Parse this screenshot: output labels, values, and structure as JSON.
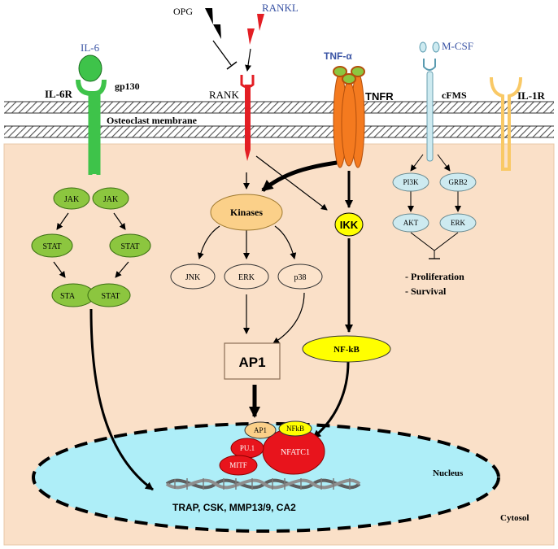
{
  "ligands": {
    "opg": "OPG",
    "rankl": "RANKL",
    "il6": "IL-6",
    "tnfa": "TNF-α",
    "mcsf": "M-CSF"
  },
  "receptors": {
    "il6r": "IL-6R",
    "gp130": "gp130",
    "rank": "RANK",
    "tnfr": "TNFR",
    "cfms": "cFMS",
    "il1r": "IL-1R"
  },
  "membrane_label": "Osteoclast membrane",
  "il6_pathway": {
    "jak_left": "JAK",
    "jak_right": "JAK",
    "stat_left": "STAT",
    "stat_right": "STAT",
    "stat_dimer_left": "STA",
    "stat_dimer_right": "STAT"
  },
  "rank_pathway": {
    "kinases": "Kinases",
    "jnk": "JNK",
    "erk": "ERK",
    "p38": "p38",
    "ap1_box": "AP1"
  },
  "tnf_pathway": {
    "ikk": "IKK",
    "nfkb": "NF-kB"
  },
  "mcsf_pathway": {
    "pi3k": "PI3K",
    "grb2": "GRB2",
    "akt": "AKT",
    "erk": "ERK",
    "outcome_1": "- Proliferation",
    "outcome_2": "- Survival"
  },
  "nucleus": {
    "label": "Nucleus",
    "ap1": "AP1",
    "nfkb": "NFkB",
    "pu1": "PU.1",
    "mitf": "MITF",
    "nfatc1": "NFATC1",
    "target_genes": "TRAP, CSK, MMP13/9, CA2"
  },
  "cytosol_label": "Cytosol",
  "colors": {
    "cytosol": "#fae0c8",
    "nucleus": "#aeeef8",
    "green_node": "#8cc63f",
    "orange_node": "#fbd089",
    "peach_node": "#fce3cb",
    "yellow_node": "#ffff00",
    "light_blue_node": "#cdeaf0",
    "red_node": "#e8141c",
    "tnfr": "#f47a1f",
    "rank": "#e31e24",
    "il6r": "#3ec34a",
    "il1r": "#f9c966",
    "ligand_blue": "#3953a4"
  }
}
